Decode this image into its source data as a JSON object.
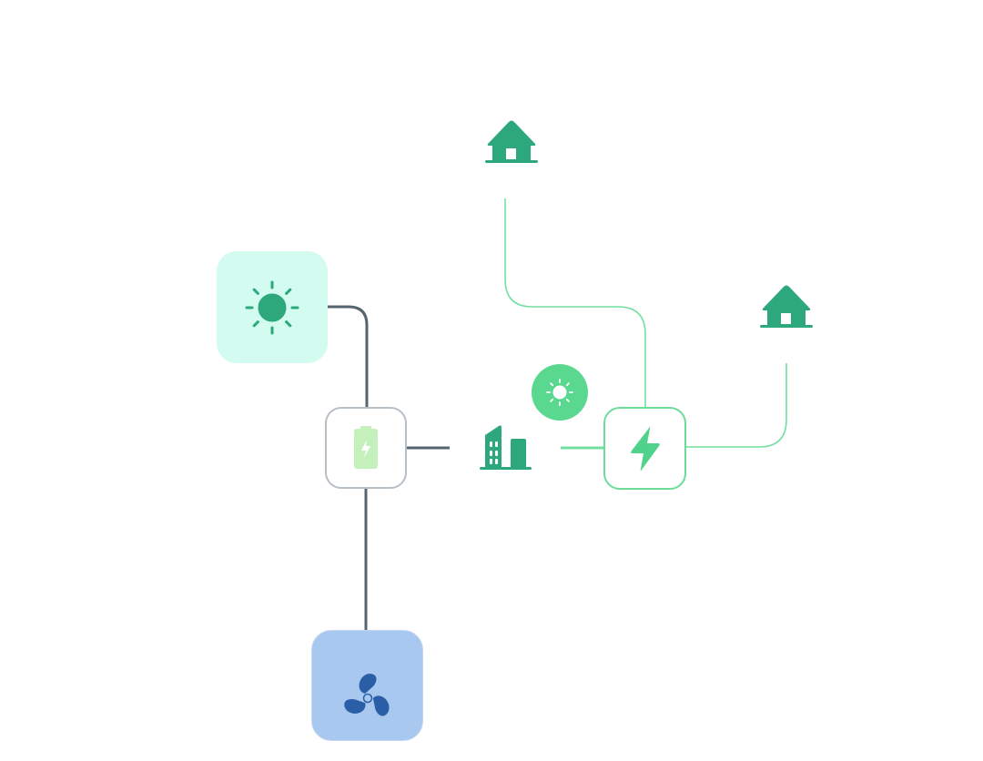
{
  "diagram": {
    "colors": {
      "background": "#ffffff",
      "dark_line": "#556570",
      "green_line": "#72dfa0",
      "green_icon": "#2da87c",
      "solar_tile_bg": "#d4fbef",
      "fan_tile_bg": "#a8c8f0",
      "fan_tile_border": "#c4d7f2",
      "fan_icon": "#2a5ea6",
      "battery_border": "#b6bec6",
      "battery_fill": "#c4f0bc",
      "battery_bolt": "#ffffff",
      "bolt_box_border": "#6cdc98",
      "bolt_icon": "#4fd38a",
      "sun_badge_bg": "#5ad88f"
    },
    "nodes": [
      {
        "id": "solar-tile",
        "icon": "sun-icon",
        "kind": "tile"
      },
      {
        "id": "battery-box",
        "icon": "battery-charging-icon",
        "kind": "outlined-box"
      },
      {
        "id": "fan-tile",
        "icon": "fan-icon",
        "kind": "tile"
      },
      {
        "id": "building",
        "icon": "building-icon",
        "kind": "plain-icon"
      },
      {
        "id": "sun-badge",
        "icon": "sun-icon",
        "kind": "circle-badge"
      },
      {
        "id": "bolt-box",
        "icon": "lightning-bolt-icon",
        "kind": "outlined-box"
      },
      {
        "id": "house-top",
        "icon": "house-icon",
        "kind": "plain-icon"
      },
      {
        "id": "house-right",
        "icon": "house-icon",
        "kind": "plain-icon"
      }
    ],
    "edges": [
      {
        "from": "solar-tile",
        "to": "battery-box",
        "style": "dark"
      },
      {
        "from": "battery-box",
        "to": "fan-tile",
        "style": "dark"
      },
      {
        "from": "battery-box",
        "to": "building",
        "style": "dark"
      },
      {
        "from": "building",
        "to": "bolt-box",
        "style": "green"
      },
      {
        "from": "bolt-box",
        "to": "house-top",
        "style": "green"
      },
      {
        "from": "bolt-box",
        "to": "house-right",
        "style": "green"
      }
    ]
  }
}
